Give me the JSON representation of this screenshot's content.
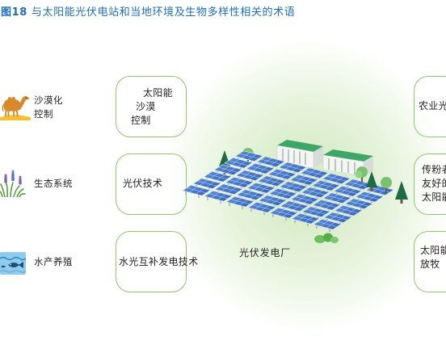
{
  "title": {
    "figure_label": "图18",
    "text": "与太阳能光伏电站和当地环境及生物多样性相关的术语"
  },
  "left_topics": [
    {
      "icon": "camel-icon",
      "lines": [
        "沙漠化",
        "控制"
      ]
    },
    {
      "icon": "plants-flowers-icon",
      "lines": [
        "生态系统"
      ]
    },
    {
      "icon": "fish-water-icon",
      "lines": [
        "水产养殖"
      ]
    }
  ],
  "middle_terms": [
    {
      "lines": [
        "太阳能",
        "沙漠",
        "控制"
      ]
    },
    {
      "lines": [
        "光伏技术"
      ]
    },
    {
      "lines": [
        "水光互补发电技术"
      ]
    }
  ],
  "right_terms": [
    {
      "lines": [
        "农业光"
      ]
    },
    {
      "lines": [
        "传粉者",
        "友好的",
        "太阳能"
      ]
    },
    {
      "lines": [
        "太阳能",
        "放牧"
      ]
    }
  ],
  "center": {
    "icon": "solar-farm-illustration",
    "label": "光伏发电厂"
  },
  "colors": {
    "title": "#1f6db5",
    "box_border": "#8fc66e",
    "text": "#231f20",
    "glow": "#d5ebc4",
    "panel": "#3f73c6",
    "roof": "#3fa66a"
  }
}
